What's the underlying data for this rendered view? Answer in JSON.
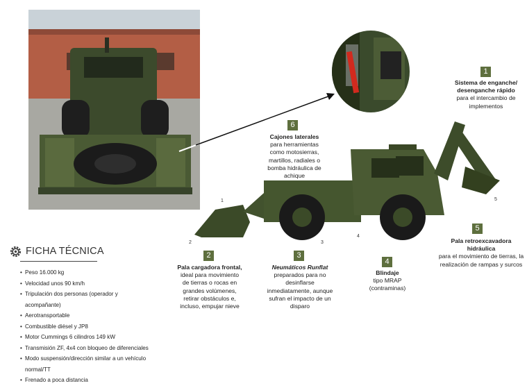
{
  "title": "FICHA TÉCNICA",
  "specs": [
    "Peso 16.000 kg",
    "Velocidad unos 90 km/h",
    "Tripulación dos personas (operador y acompañante)",
    "Aerotransportable",
    "Combustible diésel y JP8",
    "Motor Cummings 6 cilindros 149 kW",
    "Transmisión ZF, 4x4 con bloqueo de diferenciales",
    "Modo suspensión/dirección similar a un vehículo normal/TT",
    "Frenado a poca distancia"
  ],
  "callouts": [
    {
      "num": "1",
      "title": "Sistema de enganche/ desenganche rápido",
      "text": "para el intercambio de implementos"
    },
    {
      "num": "6",
      "title": "Cajones laterales",
      "text": "para herramientas como motosierras, martillos, radiales o bomba hidráulica de achique"
    },
    {
      "num": "5",
      "title": "Pala retroexcavadora hidráulica",
      "text": "para el movimiento de tierras, la realización de rampas y surcos"
    },
    {
      "num": "2",
      "title": "Pala cargadora frontal,",
      "text": "ideal para movimiento de tierras o rocas en grandes volúmenes, retirar obstáculos e, incluso, empujar nieve"
    },
    {
      "num": "3",
      "title": "Neumáticos Runflat",
      "text": "preparados para no desinflarse inmediatamente, aunque sufran el impacto de un disparo"
    },
    {
      "num": "4",
      "title": "Blindaje",
      "text": "tipo MRAP (contraminas)"
    }
  ],
  "diagram_markers": [
    "1",
    "2",
    "3",
    "4",
    "5"
  ]
}
